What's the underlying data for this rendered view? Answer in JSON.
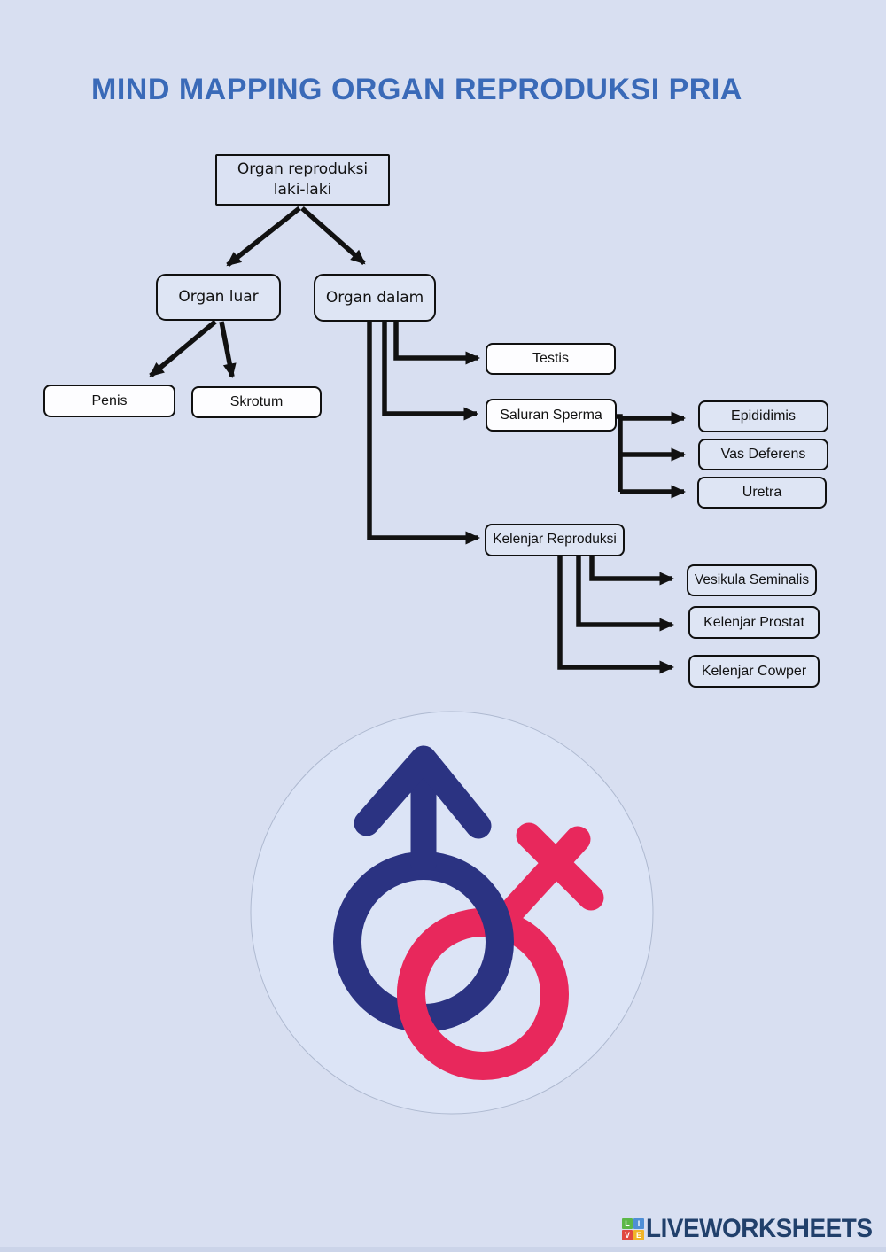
{
  "header": {
    "title": "MIND MAPPING ORGAN REPRODUKSI PRIA",
    "color": "#3a6ab8"
  },
  "mindmap": {
    "line_color": "#111111",
    "nodes": {
      "root": "Organ reproduksi laki-laki",
      "organ_luar": "Organ luar",
      "organ_dalam": "Organ dalam",
      "penis": "Penis",
      "skrotum": "Skrotum",
      "testis": "Testis",
      "saluran_sperma": "Saluran Sperma",
      "epididimis": "Epididimis",
      "vas_deferens": "Vas Deferens",
      "uretra": "Uretra",
      "kelenjar_reproduksi": "Kelenjar Reproduksi",
      "vesikula_seminalis": "Vesikula Seminalis",
      "kelenjar_prostat": "Kelenjar Prostat",
      "kelenjar_cowper": "Kelenjar Cowper"
    },
    "structure": {
      "Organ reproduksi laki-laki": {
        "Organ luar": [
          "Penis",
          "Skrotum"
        ],
        "Organ dalam": {
          "Testis": [],
          "Saluran Sperma": [
            "Epididimis",
            "Vas Deferens",
            "Uretra"
          ],
          "Kelenjar Reproduksi": [
            "Vesikula Seminalis",
            "Kelenjar Prostat",
            "Kelenjar Cowper"
          ]
        }
      }
    }
  },
  "illustration": {
    "male_icon": "male-mars-symbol",
    "female_icon": "female-venus-symbol",
    "circle_fill": "#dce4f6",
    "circle_edge": "#aeb9d0",
    "male_color": "#2b3382",
    "female_color": "#e8285c"
  },
  "logo": {
    "text": "LIVEWORKSHEETS",
    "text_color": "#21406b",
    "squares": [
      {
        "letter": "L",
        "color": "#5cb848"
      },
      {
        "letter": "I",
        "color": "#4f8fd6"
      },
      {
        "letter": "V",
        "color": "#e04840"
      },
      {
        "letter": "E",
        "color": "#f0b428"
      }
    ]
  }
}
